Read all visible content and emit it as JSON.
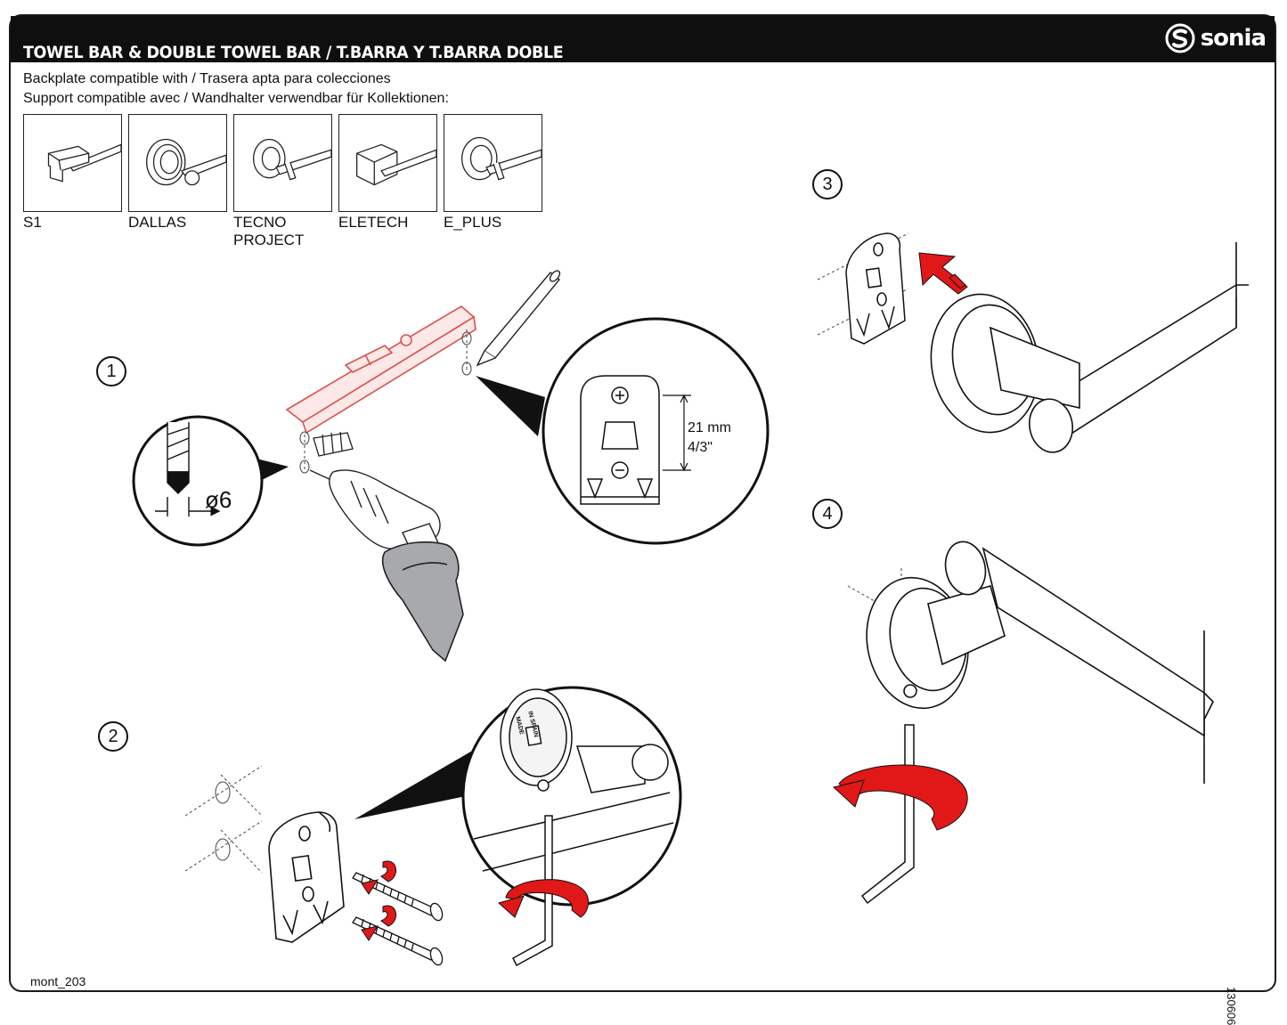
{
  "header": {
    "title": "TOWEL BAR & DOUBLE TOWEL BAR / T.BARRA Y T.BARRA DOBLE",
    "brand": "sonia",
    "brand_icon": "sonia-logo-icon"
  },
  "subtitle": {
    "line1": "Backplate compatible with / Trasera apta para colecciones",
    "line2": "Support compatible avec / Wandhalter verwendbar für Kollektionen:"
  },
  "collections": [
    {
      "label": "S1"
    },
    {
      "label": "DALLAS"
    },
    {
      "label": "TECNO\nPROJECT"
    },
    {
      "label": "ELETECH"
    },
    {
      "label": "E_PLUS"
    }
  ],
  "steps": {
    "one": "1",
    "two": "2",
    "three": "3",
    "four": "4"
  },
  "drill": {
    "diameter": "ø6"
  },
  "bracket_detail": {
    "distance_mm": "21 mm",
    "distance_in": "4/3\""
  },
  "plate_stamp": {
    "line1": "MADE",
    "line2": "IN SPAIN"
  },
  "footer": {
    "doc_code": "mont_203",
    "ref_code": "130606"
  },
  "colors": {
    "header_bg": "#0f0f0f",
    "accent_red": "#e01818",
    "template_red": "#d9534f",
    "hand_gray": "#a7a9ac"
  }
}
